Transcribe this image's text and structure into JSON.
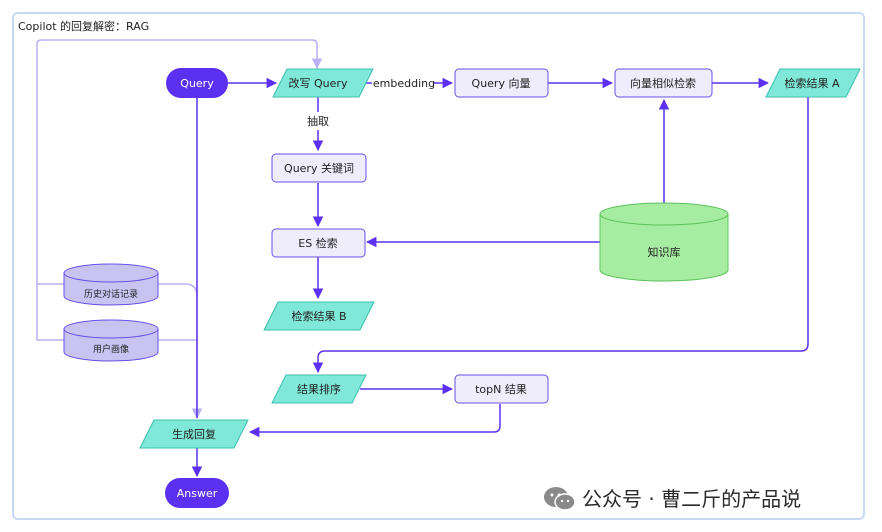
{
  "title": "Copilot 的回复解密：RAG",
  "watermark": "公众号 · 曹二斤的产品说",
  "colors": {
    "pill_fill": "#5b30f0",
    "process_fill": "#efedfb",
    "process_stroke": "#6a4fe6",
    "data_fill": "#7fe8d8",
    "data_stroke": "#3cbfae",
    "db_fill": "#a6eda1",
    "db_stroke": "#5cc15a",
    "user_db_fill": "#c9c3f2",
    "arrow": "#5b30f0",
    "arrow_light": "#b9b0f3"
  },
  "nodes": {
    "query": "Query",
    "rewrite": "改写 Query",
    "query_vec": "Query 向量",
    "vec_search": "向量相似检索",
    "result_a": "检索结果 A",
    "query_kw": "Query 关键词",
    "es_search": "ES 检索",
    "kb": "知识库",
    "result_b": "检索结果 B",
    "history": "历史对话记录",
    "profile": "用户画像",
    "sort": "结果排序",
    "topn": "topN 结果",
    "reply": "生成回复",
    "answer": "Answer"
  },
  "edge_labels": {
    "embedding": "embedding",
    "extract": "抽取"
  }
}
